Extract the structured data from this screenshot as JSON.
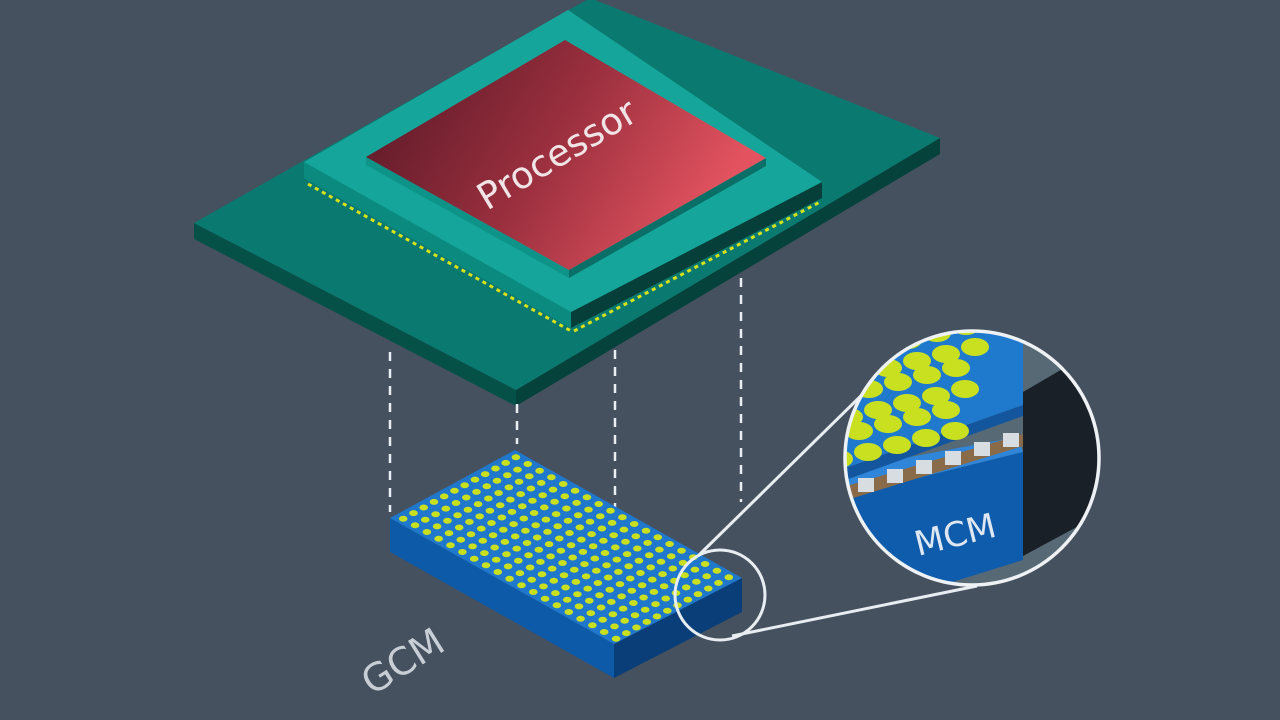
{
  "labels": {
    "processor": "Processor",
    "gcm": "GCM",
    "mcm": "MCM"
  },
  "colors": {
    "background": "#45515f",
    "pcb_top": "#0b7c72",
    "pcb_front": "#065b54",
    "pcb_side": "#04463f",
    "substrate_top": "#15a49a",
    "die_dark": "#521624",
    "die_light": "#e0505c",
    "solder": "#d7e21a",
    "module_top": "#1e73c9",
    "module_front": "#0d4f98",
    "ball": "#c9e020",
    "guide_lines": "#e9eef3",
    "label": "#c7ced6"
  }
}
